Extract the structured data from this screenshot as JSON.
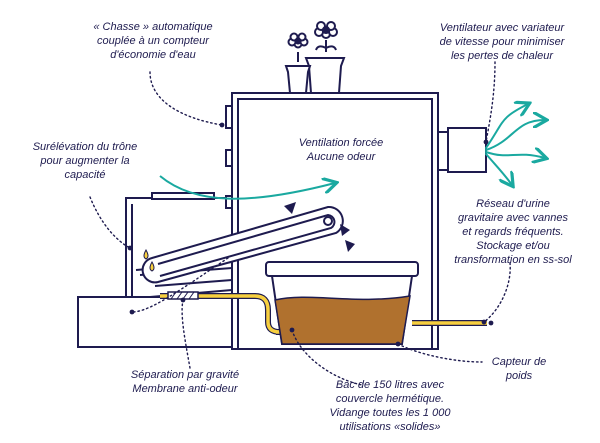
{
  "colors": {
    "ink": "#1e1b4f",
    "teal": "#1aa9a0",
    "yellow": "#f7cf3f",
    "compost": "#b0712e",
    "background": "#ffffff"
  },
  "labels": {
    "chasse": [
      "« Chasse » automatique",
      "couplée à un compteur",
      "d'économie d'eau"
    ],
    "ventilateur": [
      "Ventilateur avec variateur",
      "de vitesse pour minimiser",
      "les pertes de chaleur"
    ],
    "surelevation": [
      "Surélévation du trône",
      "pour augmenter la",
      "capacité"
    ],
    "ventilation": [
      "Ventilation forcée",
      "Aucune odeur"
    ],
    "reseau": [
      "Réseau d'urine",
      "gravitaire avec vannes",
      "et regards fréquents.",
      "Stockage et/ou",
      "transformation en ss-sol"
    ],
    "capteur": [
      "Capteur de",
      "poids"
    ],
    "separation": [
      "Séparation par gravité",
      "Membrane anti-odeur"
    ],
    "bac": [
      "Bac de 150 litres avec",
      "couvercle hermétique.",
      "Vidange toutes les 1 000",
      "utilisations «solides»"
    ]
  },
  "icons": [
    "flower-pot-icon",
    "flower-pot-icon"
  ]
}
